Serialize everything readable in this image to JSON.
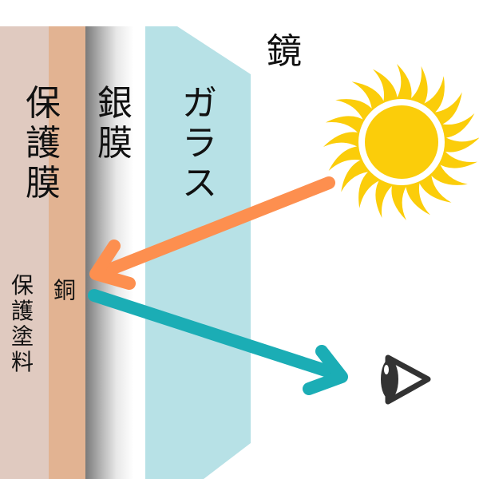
{
  "title": "鏡",
  "layers": {
    "protective_film": {
      "label_chars": [
        "保",
        "護",
        "膜"
      ],
      "color": "#e0cac0"
    },
    "protective_paint": {
      "label_chars": [
        "保",
        "護",
        "塗",
        "料"
      ]
    },
    "copper": {
      "label": "銅",
      "color": "#e2b392"
    },
    "silver_film": {
      "label_chars": [
        "銀",
        "膜"
      ]
    },
    "glass": {
      "label_chars": [
        "ガ",
        "ラ",
        "ス"
      ],
      "color": "#b7e1e6"
    }
  },
  "icons": {
    "sun": {
      "name": "sun-icon",
      "color": "#fbcd0a"
    },
    "eye": {
      "name": "eye-icon",
      "color": "#333333"
    }
  },
  "arrows": {
    "incoming": {
      "name": "incoming-light-arrow",
      "color": "#fd8f4f"
    },
    "reflected": {
      "name": "reflected-light-arrow",
      "color": "#1badb5"
    }
  }
}
